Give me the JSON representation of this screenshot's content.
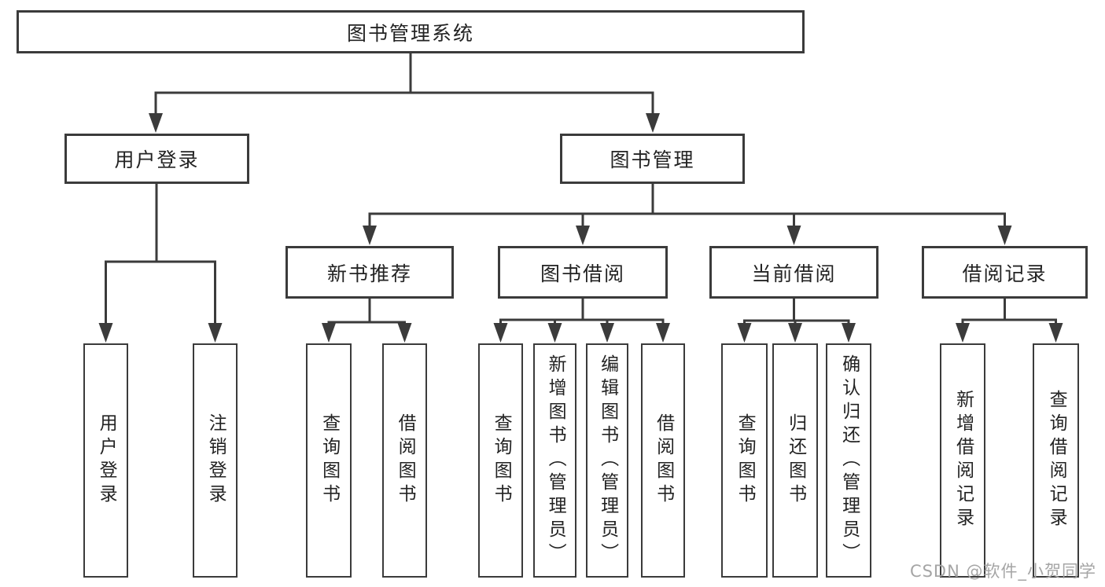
{
  "tree": {
    "root": {
      "label": "图书管理系统",
      "children": [
        {
          "label": "用户登录",
          "children": [
            {
              "label": "用户登录"
            },
            {
              "label": "注销登录"
            }
          ]
        },
        {
          "label": "图书管理",
          "children": [
            {
              "label": "新书推荐",
              "children": [
                {
                  "label": "查询图书"
                },
                {
                  "label": "借阅图书"
                }
              ]
            },
            {
              "label": "图书借阅",
              "children": [
                {
                  "label": "查询图书"
                },
                {
                  "label": "新增图书（管理员）"
                },
                {
                  "label": "编辑图书（管理员）"
                },
                {
                  "label": "借阅图书"
                }
              ]
            },
            {
              "label": "当前借阅",
              "children": [
                {
                  "label": "查询图书"
                },
                {
                  "label": "归还图书"
                },
                {
                  "label": "确认归还（管理员）"
                }
              ]
            },
            {
              "label": "借阅记录",
              "children": [
                {
                  "label": "新增借阅记录"
                },
                {
                  "label": "查询借阅记录"
                }
              ]
            }
          ]
        }
      ]
    }
  },
  "watermark": {
    "text": "CSDN @软件_小贺同学"
  },
  "colors": {
    "line": "#3b3b3b",
    "box_border": "#3b3b3b",
    "box_background": "#ffffff",
    "text": "#232323",
    "watermark": "#a5a5a5",
    "page_background": "#ffffff"
  }
}
